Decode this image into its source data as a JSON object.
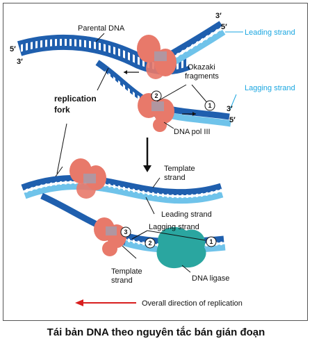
{
  "colors": {
    "dark_strand": "#1f5fae",
    "light_strand": "#6fc3ea",
    "rung": "#ffffff",
    "polymerase": "#e8796a",
    "ligase": "#2aa6a0",
    "blue_label": "#1aa6e0",
    "arrow_red": "#d81e1e"
  },
  "top": {
    "parental_dna": "Parental DNA",
    "leading_strand": "Leading strand",
    "lagging_strand": "Lagging strand",
    "okazaki": "Okazaki",
    "fragments": "fragments",
    "replication": "replication",
    "fork": "fork",
    "dna_pol_iii": "DNA pol III",
    "primes": [
      "3′",
      "5′",
      "5′",
      "3′",
      "3′",
      "5′"
    ],
    "markers": [
      "2",
      "1"
    ]
  },
  "bottom": {
    "template_top_1": "Template",
    "template_top_2": "strand",
    "leading_strand": "Leading strand",
    "lagging_strand": "Lagging strand",
    "template_bottom_1": "Template",
    "template_bottom_2": "strand",
    "dna_ligase": "DNA ligase",
    "markers": [
      "3",
      "2",
      "1"
    ]
  },
  "direction_label": "Overall direction of replication",
  "caption": "Tái bản DNA theo nguyên tắc bán gián đoạn"
}
